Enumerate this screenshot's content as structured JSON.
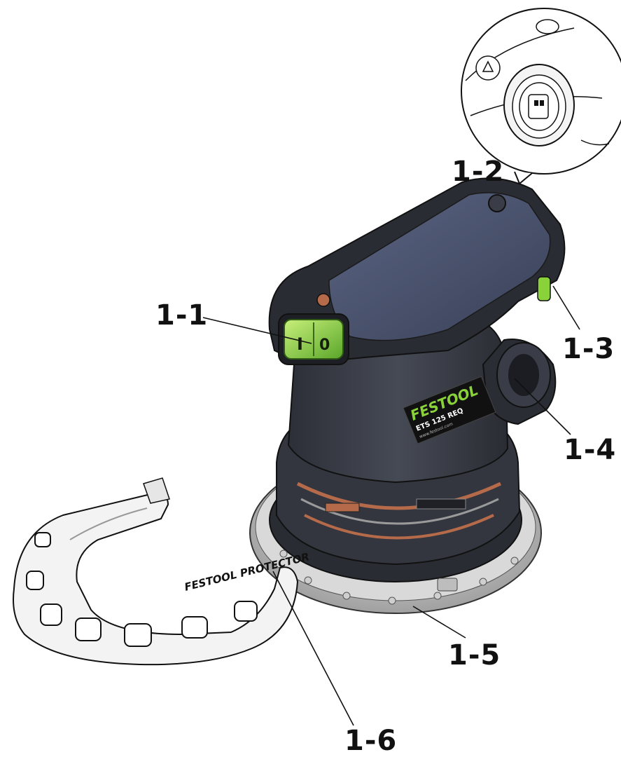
{
  "callouts": {
    "c1_1": "1-1",
    "c1_2": "1-2",
    "c1_3": "1-3",
    "c1_4": "1-4",
    "c1_5": "1-5",
    "c1_6": "1-6"
  },
  "switch": {
    "on": "I",
    "off": "0"
  },
  "brand": {
    "logo": "FESTOOL",
    "model": "ETS 125 REQ",
    "url": "www.festool.com",
    "protector": "FESTOOL PROTECTOR"
  },
  "colors": {
    "body": "#3a3d47",
    "body_dark": "#24262d",
    "top_cover": "#4a5168",
    "accent": "#8ad23a",
    "copper": "#b56a4a",
    "pad": "#c8c8c8",
    "protector": "#f3f3f3",
    "line": "#111111"
  }
}
